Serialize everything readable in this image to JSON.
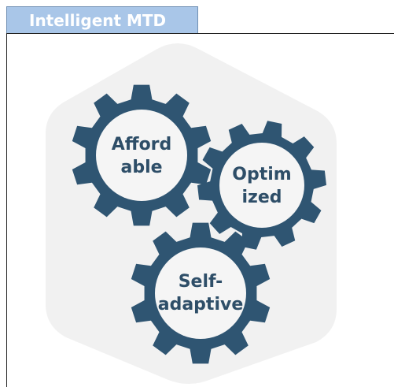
{
  "tab": {
    "title": "Intelligent MTD"
  },
  "colors": {
    "tab_bg": "#a9c6e8",
    "gear": "#2f5572",
    "gear_inner": "#f5f5f5",
    "hexagon": "#f1f1f1",
    "label": "#2e4e68"
  },
  "gears": [
    {
      "line1": "Afford",
      "line2": "able"
    },
    {
      "line1": "Optim",
      "line2": "ized"
    },
    {
      "line1": "Self-",
      "line2": "adaptive"
    }
  ]
}
